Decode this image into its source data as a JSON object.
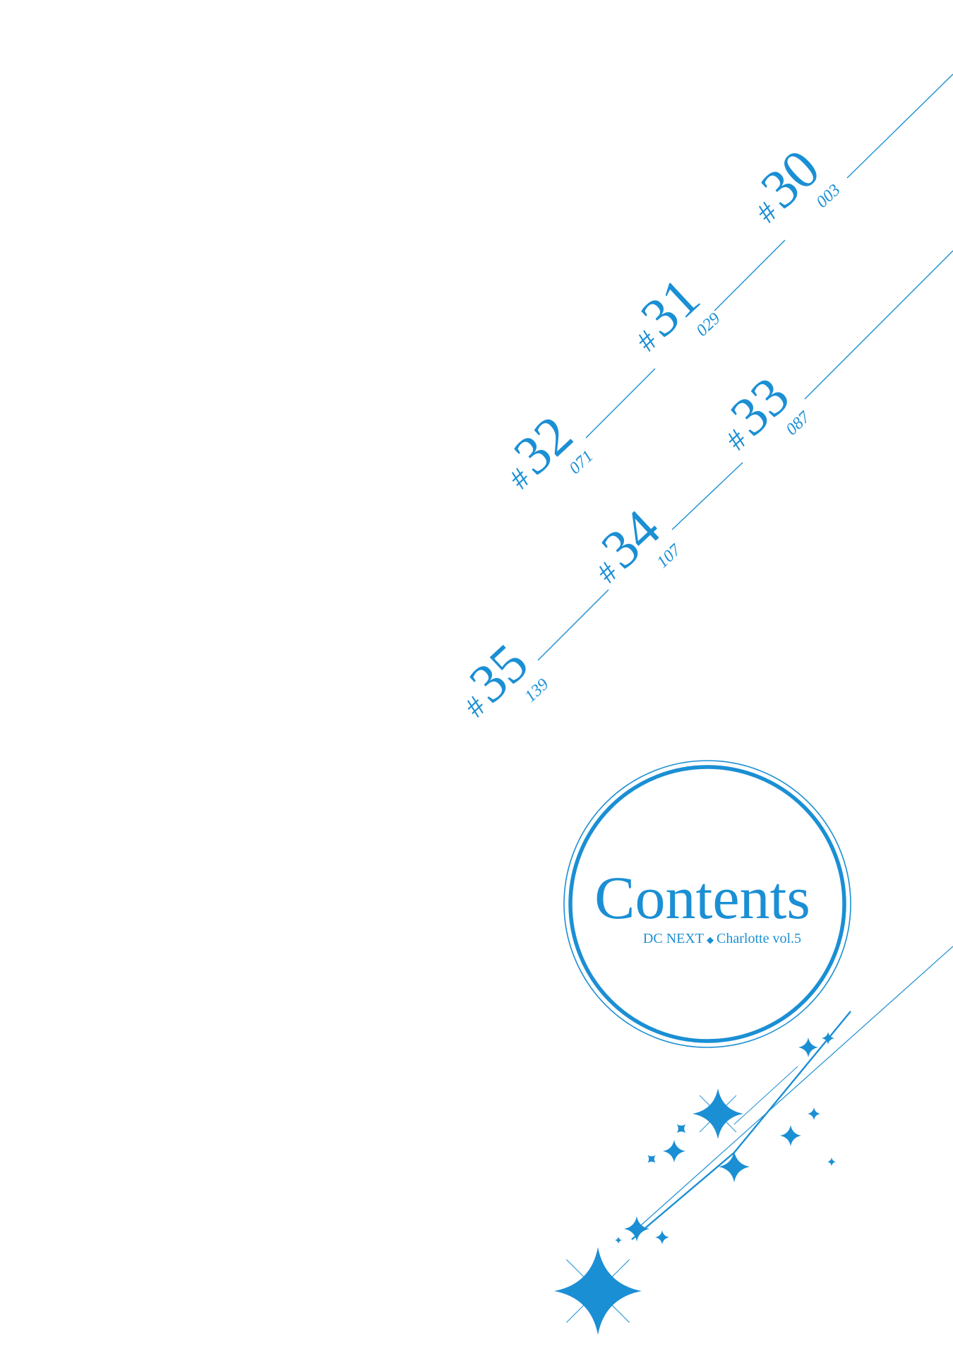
{
  "colors": {
    "accent": "#1b8fd4",
    "background": "#ffffff"
  },
  "contents": {
    "title": "Contents",
    "subtitle_series": "DC NEXT",
    "subtitle_separator": "◆",
    "subtitle_volume": "Charlotte vol.5"
  },
  "chapters": [
    {
      "hash": "#",
      "number": "30",
      "page": "003"
    },
    {
      "hash": "#",
      "number": "31",
      "page": "029"
    },
    {
      "hash": "#",
      "number": "32",
      "page": "071"
    },
    {
      "hash": "#",
      "number": "33",
      "page": "087"
    },
    {
      "hash": "#",
      "number": "34",
      "page": "107"
    },
    {
      "hash": "#",
      "number": "35",
      "page": "139"
    }
  ],
  "decorations": {
    "sparkle_icon": "four-point-star-icon"
  }
}
